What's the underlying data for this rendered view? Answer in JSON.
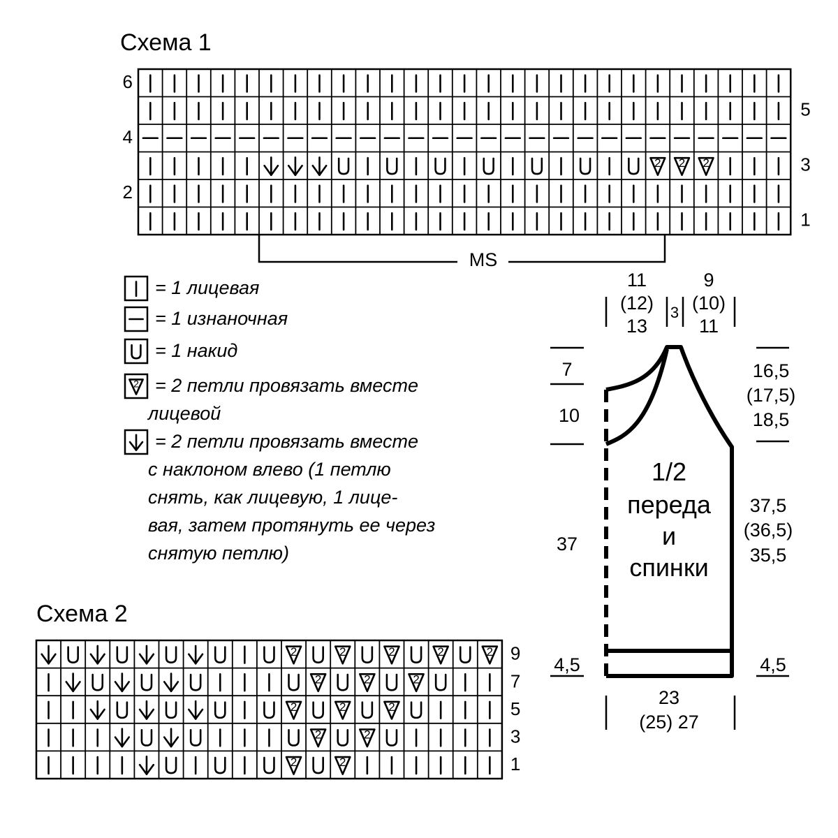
{
  "chart1": {
    "title": "Схема 1",
    "rows": [
      {
        "label": "6",
        "side": "left",
        "cells": "KKKKKKKKKKKKKKKKKKKKKKKKKKK"
      },
      {
        "label": "5",
        "side": "right",
        "cells": "KKKKKKKKKKKKKKKKKKKKKKKKKKK"
      },
      {
        "label": "4",
        "side": "left",
        "cells": "PPPPPPPPPPPPPPPPPPPPPPPPPPP"
      },
      {
        "label": "3",
        "side": "right",
        "cells": "KKKKKLLLOKOKOKOKOKOKORRRKKK"
      },
      {
        "label": "2",
        "side": "left",
        "cells": "KKKKKKKKKKKKKKKKKKKKKKKKKKK"
      },
      {
        "label": "1",
        "side": "right",
        "cells": "KKKKKKKKKKKKKKKKKKKKKKKKKKK"
      }
    ],
    "repeat_label": "MS"
  },
  "legend": [
    {
      "symbol": "knit-icon",
      "lines": [
        "= 1 лицевая"
      ]
    },
    {
      "symbol": "purl-icon",
      "lines": [
        "= 1 изнаночная"
      ]
    },
    {
      "symbol": "yarn-over-icon",
      "lines": [
        "= 1 накид"
      ]
    },
    {
      "symbol": "k2tog-icon",
      "lines": [
        "= 2 петли провязать вместе",
        "лицевой"
      ]
    },
    {
      "symbol": "ssk-icon",
      "lines": [
        "= 2 петли провязать вместе",
        "с наклоном влево (1 петлю",
        "снять, как лицевую, 1 лице-",
        "вая, затем протянуть ее через",
        "снятую петлю)"
      ]
    }
  ],
  "chart2": {
    "title": "Схема 2",
    "rows": [
      {
        "label": "9",
        "cells": "LOLOLOLOKOROROROROR"
      },
      {
        "label": "7",
        "cells": "KLOLOLOKKKOROROROKK"
      },
      {
        "label": "5",
        "cells": "KKLOLOLOKOROROROKKK"
      },
      {
        "label": "3",
        "cells": "KKKLOLOKKKOROROKKKK"
      },
      {
        "label": "1",
        "cells": "KKKKLOKOKORORKKKKKK"
      }
    ]
  },
  "schematic": {
    "panel_label": [
      "1/2",
      "переда",
      "и",
      "спинки"
    ],
    "top_left_width": [
      "11",
      "(12)",
      "13"
    ],
    "top_mid_width": "3",
    "top_right_width": [
      "9",
      "(10)",
      "11"
    ],
    "left_heights": [
      "7",
      "10",
      "37",
      "4,5"
    ],
    "right_armhole": [
      "16,5",
      "(17,5)",
      "18,5"
    ],
    "right_side": [
      "37,5",
      "(36,5)",
      "35,5"
    ],
    "right_bottom": "4,5",
    "bottom_width": [
      "23",
      "(25) 27"
    ]
  }
}
